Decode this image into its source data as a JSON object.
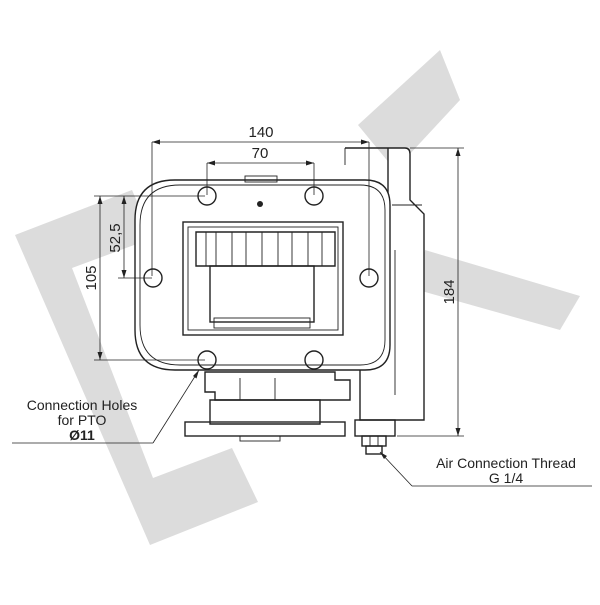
{
  "watermark": {
    "shape": "EK-logo",
    "color": "#dcdcdc"
  },
  "dimensions": {
    "width_outer": "140",
    "width_inner": "70",
    "height_inner": "52,5",
    "height_outer": "105",
    "height_total": "184"
  },
  "callouts": {
    "pto_line1": "Connection Holes",
    "pto_line2": "for PTO",
    "pto_line3": "Ø11",
    "air_line1": "Air Connection Thread",
    "air_line2": "G 1/4"
  },
  "colors": {
    "line": "#222222",
    "watermark": "#dcdcdc",
    "background": "#ffffff"
  }
}
